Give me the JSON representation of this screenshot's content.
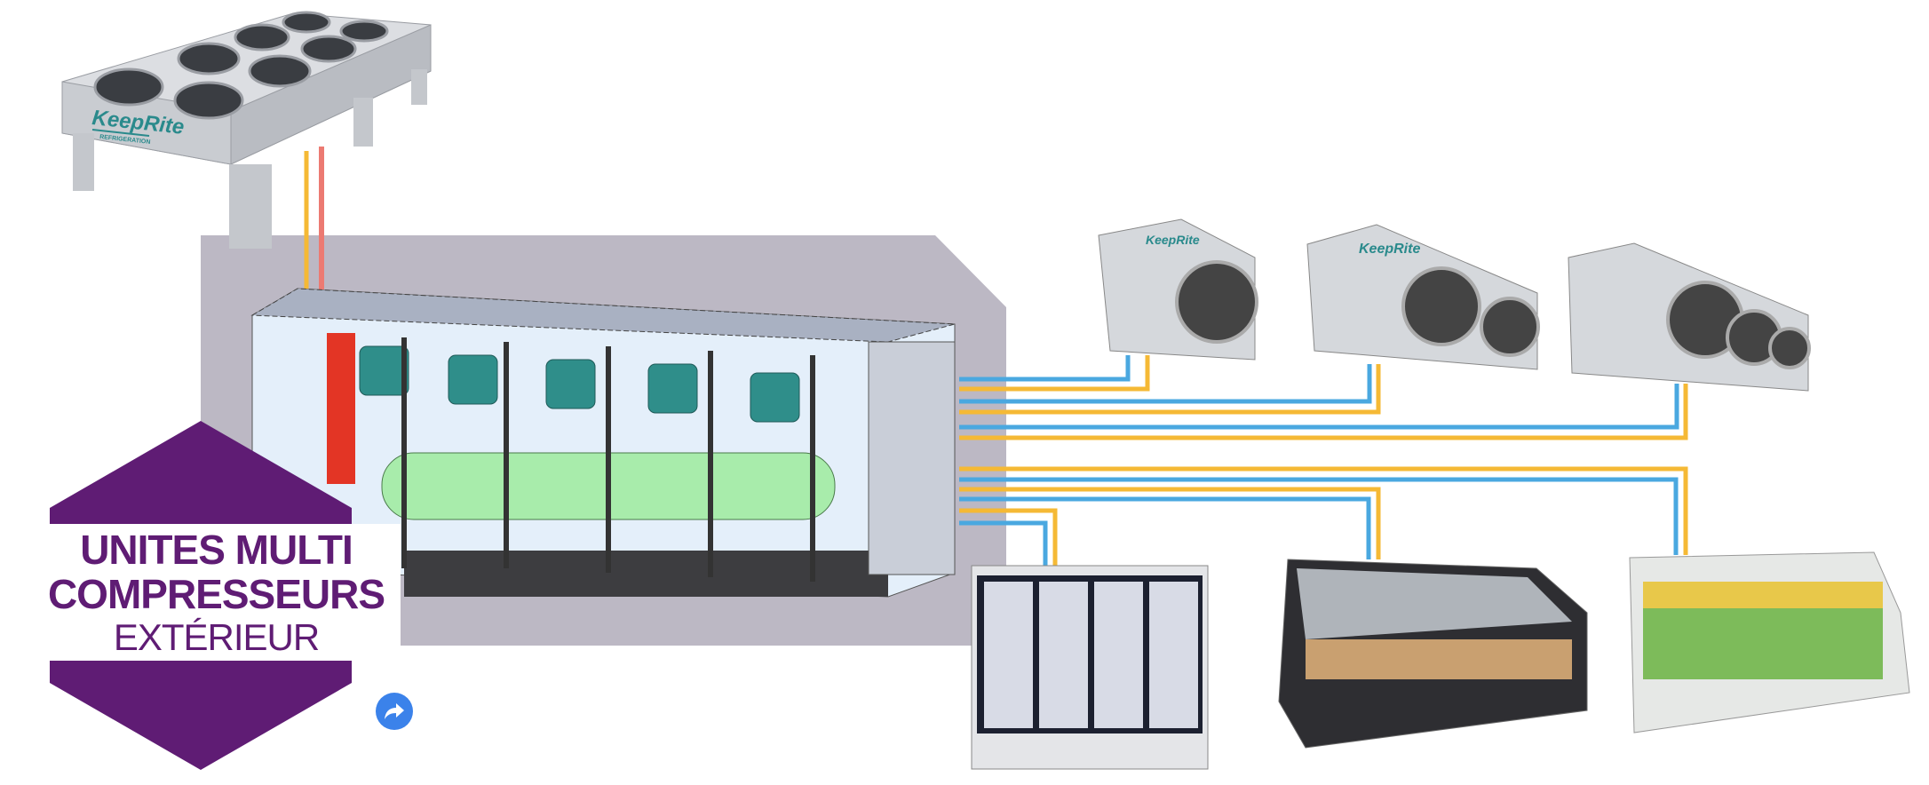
{
  "title": {
    "line1": "UNITES MULTI",
    "line2": "COMPRESSEURS",
    "line3": "EXTÉRIEUR"
  },
  "brand_logo": "KeepRite",
  "brand_sub": "REFRIGERATION",
  "colors": {
    "brand_purple": "#5f1c74",
    "suction_line": "#4aa8e0",
    "liquid_line": "#f5b935",
    "discharge_line": "#ec7a72",
    "backdrop": "#bcb8c4",
    "share_button": "#3b82ea"
  },
  "icons": {
    "share": "share-arrow-icon"
  }
}
